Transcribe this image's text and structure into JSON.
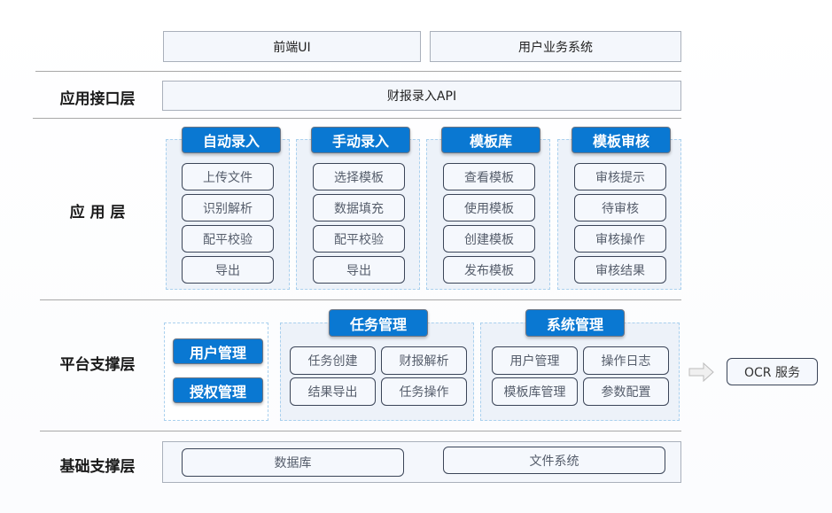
{
  "top": {
    "frontend": "前端UI",
    "business": "用户业务系统"
  },
  "api_layer": {
    "label": "应用接口层",
    "api": "财报录入API"
  },
  "app_layer": {
    "label": "应 用 层",
    "modules": [
      {
        "title": "自动录入",
        "items": [
          "上传文件",
          "识别解析",
          "配平校验",
          "导出"
        ]
      },
      {
        "title": "手动录入",
        "items": [
          "选择模板",
          "数据填充",
          "配平校验",
          "导出"
        ]
      },
      {
        "title": "模板库",
        "items": [
          "查看模板",
          "使用模板",
          "创建模板",
          "发布模板"
        ]
      },
      {
        "title": "模板审核",
        "items": [
          "审核提示",
          "待审核",
          "审核操作",
          "审核结果"
        ]
      }
    ]
  },
  "platform_layer": {
    "label": "平台支撑层",
    "auth": [
      "用户管理",
      "授权管理"
    ],
    "task": {
      "title": "任务管理",
      "items": [
        "任务创建",
        "财报解析",
        "结果导出",
        "任务操作"
      ]
    },
    "system": {
      "title": "系统管理",
      "items": [
        "用户管理",
        "操作日志",
        "模板库管理",
        "参数配置"
      ]
    },
    "ocr": "OCR 服务"
  },
  "base_layer": {
    "label": "基础支撑层",
    "items": [
      "数据库",
      "文件系统"
    ]
  },
  "colors": {
    "accent": "#0a78d2",
    "container": "#edf2f9"
  }
}
